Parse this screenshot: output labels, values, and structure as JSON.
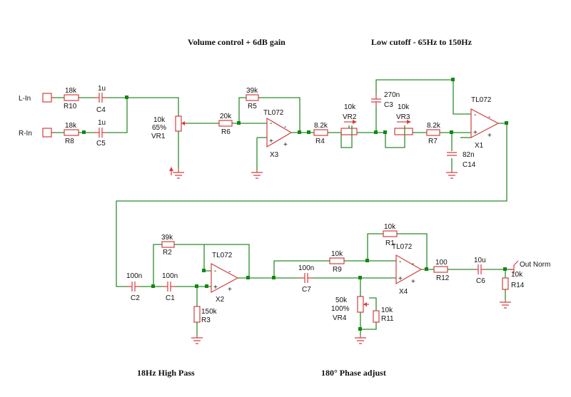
{
  "titles": {
    "volume": "Volume control + 6dB gain",
    "lowcut": "Low cutoff - 65Hz to 150Hz",
    "highpass": "18Hz High Pass",
    "phase": "180° Phase adjust"
  },
  "io": {
    "l_in": "L-In",
    "r_in": "R-In",
    "out": "Out Norm"
  },
  "components": {
    "R10": {
      "name": "R10",
      "value": "18k"
    },
    "R8": {
      "name": "R8",
      "value": "18k"
    },
    "C4": {
      "name": "C4",
      "value": "1u"
    },
    "C5": {
      "name": "C5",
      "value": "1u"
    },
    "VR1": {
      "name": "VR1",
      "value": "10k",
      "pct": "65%"
    },
    "R6": {
      "name": "R6",
      "value": "20k"
    },
    "R5": {
      "name": "R5",
      "value": "39k"
    },
    "X3": {
      "name": "X3",
      "value": "TL072"
    },
    "R4": {
      "name": "R4",
      "value": "8.2k"
    },
    "VR2": {
      "name": "VR2",
      "value": "10k"
    },
    "C3": {
      "name": "C3",
      "value": "270n"
    },
    "VR3": {
      "name": "VR3",
      "value": "10k"
    },
    "R7": {
      "name": "R7",
      "value": "8.2k"
    },
    "X1": {
      "name": "X1",
      "value": "TL072"
    },
    "C14": {
      "name": "C14",
      "value": "82n"
    },
    "C2": {
      "name": "C2",
      "value": "100n"
    },
    "C1": {
      "name": "C1",
      "value": "100n"
    },
    "R2": {
      "name": "R2",
      "value": "39k"
    },
    "X2": {
      "name": "X2",
      "value": "TL072"
    },
    "R3": {
      "name": "R3",
      "value": "150k"
    },
    "C7": {
      "name": "C7",
      "value": "100n"
    },
    "R9": {
      "name": "R9",
      "value": "10k"
    },
    "R1": {
      "name": "R1",
      "value": "10k"
    },
    "X4": {
      "name": "X4",
      "value": "TL072"
    },
    "VR4": {
      "name": "VR4",
      "value": "50k",
      "pct": "100%"
    },
    "R11": {
      "name": "R11",
      "value": "10k"
    },
    "R12": {
      "name": "R12",
      "value": "100"
    },
    "C6": {
      "name": "C6",
      "value": "10u"
    },
    "R14": {
      "name": "R14",
      "value": "10k"
    }
  },
  "pins": {
    "minus": "-",
    "plus": "+"
  }
}
